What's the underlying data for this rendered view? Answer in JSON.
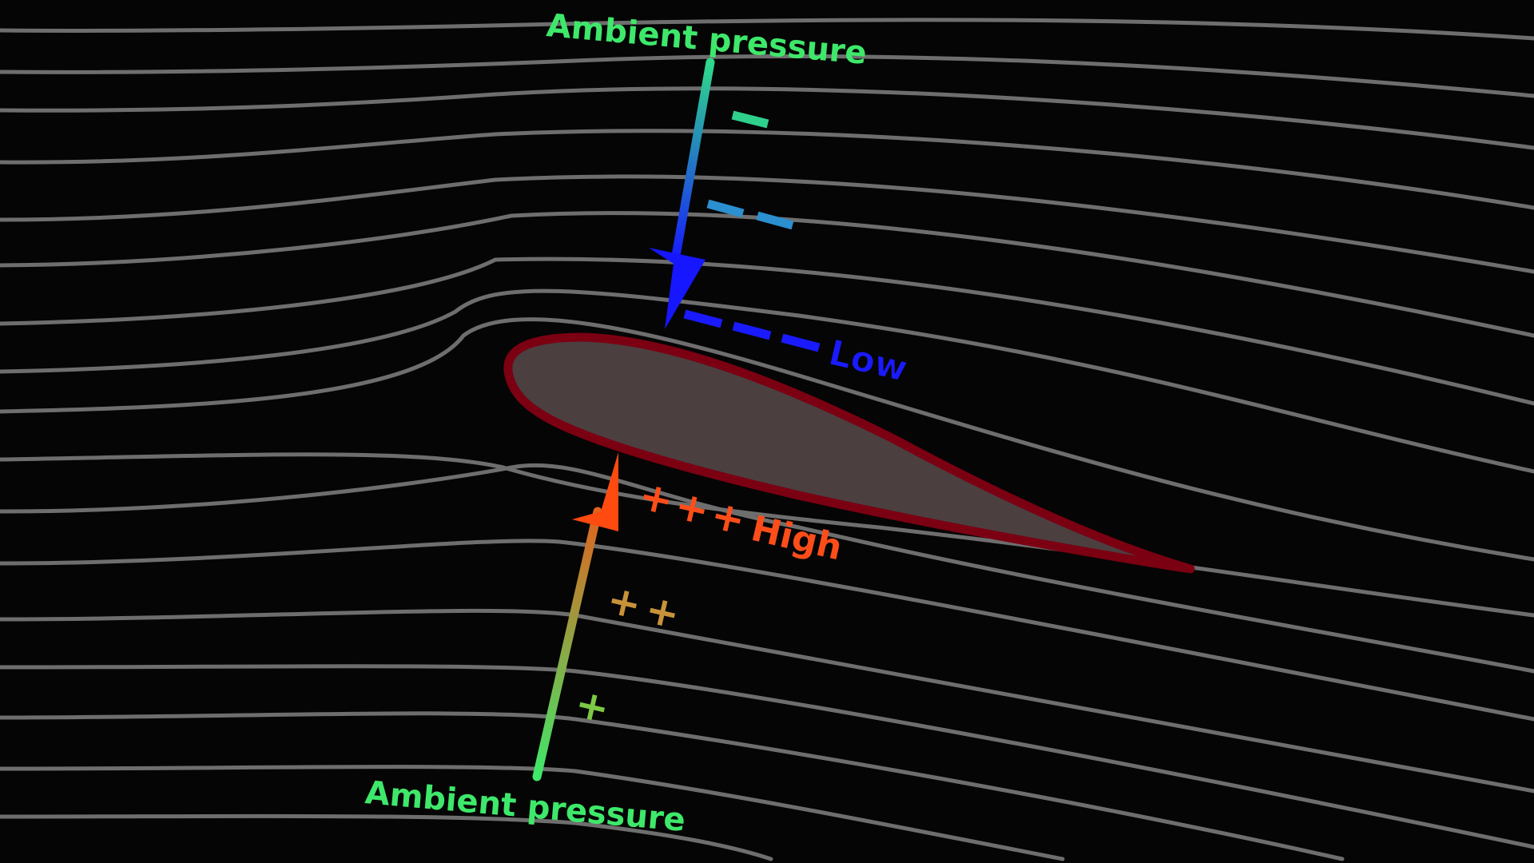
{
  "diagram": {
    "background_color": "#050505",
    "streamline_color": "#6e6e6e",
    "airfoil": {
      "fill_color": "#4b3f40",
      "outline_color": "#7b0012"
    },
    "top_arrow": {
      "label": "Ambient pressure",
      "label_color": "#3ee86a",
      "gradient_start": "#2fd98a",
      "gradient_end": "#1616ff"
    },
    "bottom_arrow": {
      "label": "Ambient pressure",
      "label_color": "#3ee86a",
      "gradient_start": "#3ee86a",
      "gradient_end": "#ff4a10"
    },
    "low_pressure": {
      "label": "Low",
      "color": "#1a1aff",
      "light_dash_color": "#2fd08c",
      "mid_dash_color": "#2b8fd0"
    },
    "high_pressure": {
      "label": "High",
      "color": "#ff4d1a",
      "symbol": "+",
      "mid_plus_color": "#c8923a",
      "light_plus_color": "#7dc845"
    }
  }
}
